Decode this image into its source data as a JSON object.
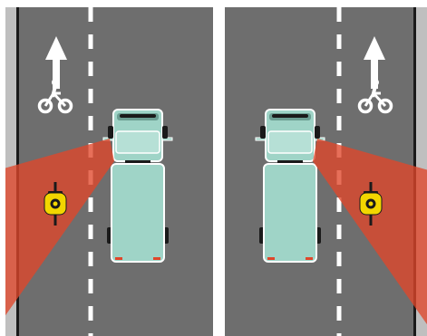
{
  "panels": [
    {
      "id": "left",
      "lane_arrow": "up-arrow-icon",
      "lane_symbol": "bicycle-icon",
      "blind_spot_side": "left",
      "cyclist_in_blind_spot": true
    },
    {
      "id": "right",
      "lane_arrow": "up-arrow-icon",
      "lane_symbol": "bicycle-icon",
      "blind_spot_side": "right",
      "cyclist_in_blind_spot": true
    }
  ],
  "colors": {
    "road": "#6e6e6e",
    "sidewalk": "#bfbfbf",
    "curb": "#1a1a1a",
    "lane_marking": "#ffffff",
    "truck": "#9fd4c7",
    "truck_outline": "#ffffff",
    "blind_spot": "#e0462a",
    "cyclist": "#f2d600",
    "background": "#ffffff"
  }
}
